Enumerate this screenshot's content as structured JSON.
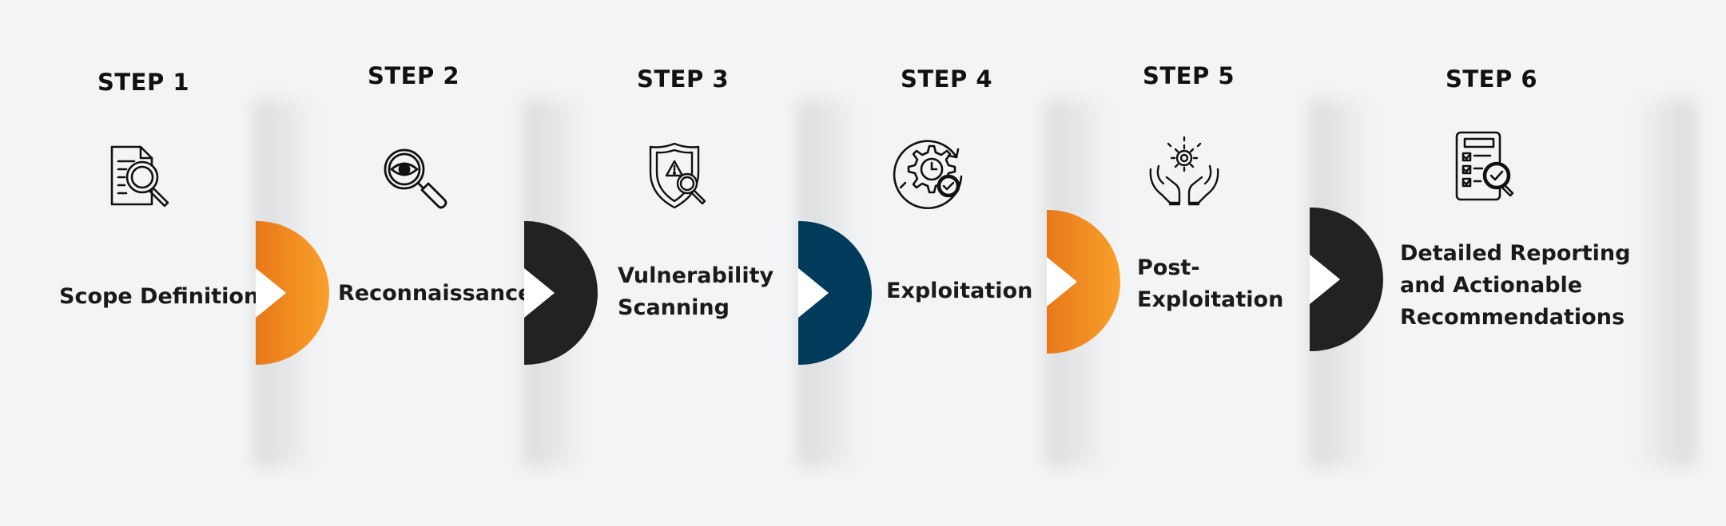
{
  "steps": [
    {
      "label": "STEP 1",
      "title_lines": [
        "Scope Definition"
      ],
      "icon": "document-search-icon",
      "color": "#f39220"
    },
    {
      "label": "STEP 2",
      "title_lines": [
        "Reconnaissance"
      ],
      "icon": "eye-magnifier-icon",
      "color": "#222222"
    },
    {
      "label": "STEP 3",
      "title_lines": [
        "Vulnerability",
        "Scanning"
      ],
      "icon": "shield-warning-icon",
      "color": "#003b5c"
    },
    {
      "label": "STEP 4",
      "title_lines": [
        "Exploitation"
      ],
      "icon": "gear-clock-check-icon",
      "color": "#f39220"
    },
    {
      "label": "STEP 5",
      "title_lines": [
        "Post-",
        "Exploitation"
      ],
      "icon": "hands-gear-icon",
      "color": "#222222"
    },
    {
      "label": "STEP 6",
      "title_lines": [
        "Detailed Reporting",
        "and Actionable",
        "Recommendations"
      ],
      "icon": "report-checklist-icon",
      "color": null
    }
  ],
  "colors": {
    "orange": "#f39220",
    "dark": "#222222",
    "navy": "#003b5c",
    "background": "#f3f4f6"
  }
}
